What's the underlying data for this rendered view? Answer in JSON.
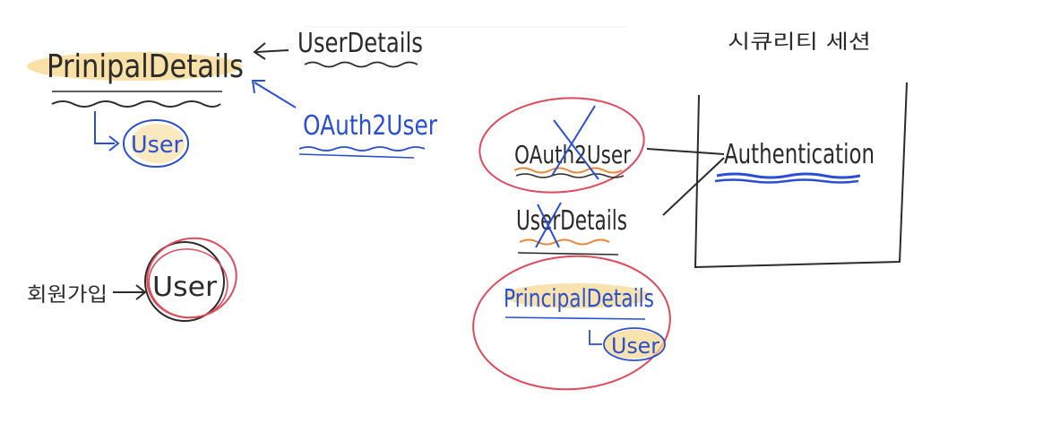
{
  "colors": {
    "black_ink": "#2b2b2b",
    "blue_ink": "#2a4fd0",
    "red_ink": "#e04a5a",
    "orange_ink": "#e8893a",
    "highlight": "#f5d58a"
  },
  "left": {
    "principal_details": "PrinipalDetails",
    "user_details": "UserDetails",
    "oauth2_user": "OAuth2User",
    "user_blue": "User",
    "signup_label": "회원가입",
    "user_black": "User"
  },
  "right": {
    "session_label": "시큐리티 세션",
    "oauth2_user": "OAuth2User",
    "authentication": "Authentication",
    "user_details": "UserDetails",
    "principal_details": "PrincipalDetails",
    "user": "User"
  }
}
